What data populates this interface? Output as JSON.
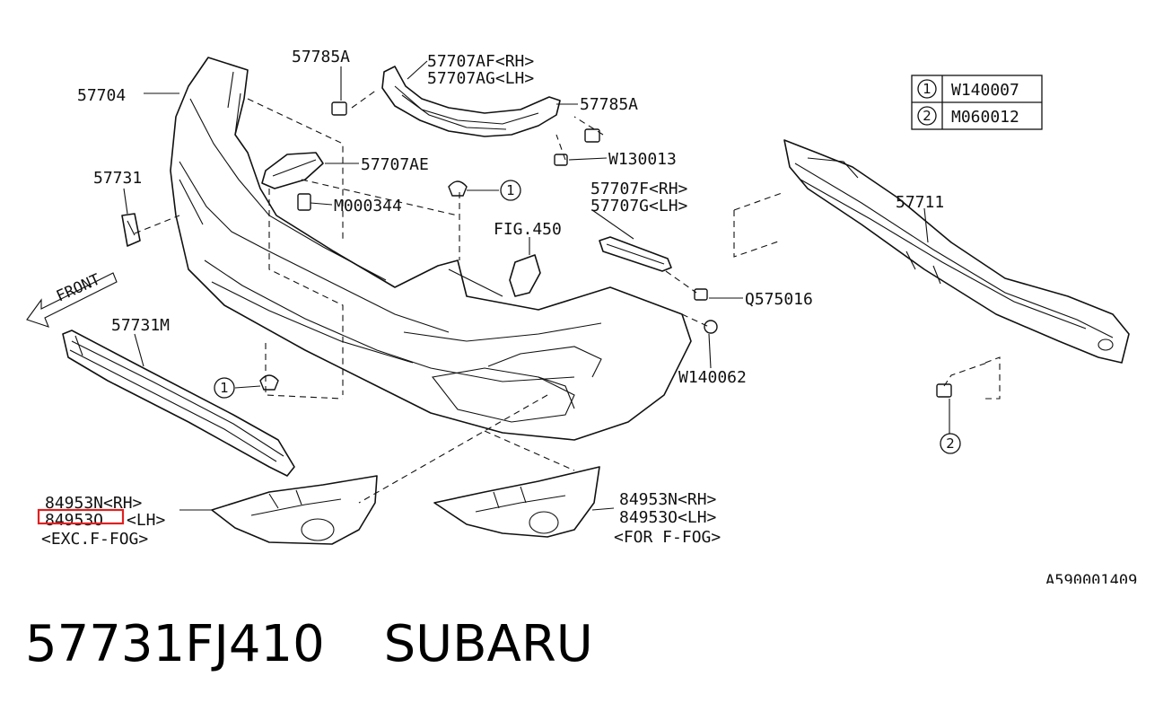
{
  "diagram": {
    "labels": {
      "p57704": "57704",
      "p57785a_top": "57785A",
      "p57707af": "57707AF<RH>",
      "p57707ag": "57707AG<LH>",
      "p57785a_right": "57785A",
      "p57731": "57731",
      "p57707ae": "57707AE",
      "pW130013": "W130013",
      "pM000344": "M000344",
      "p57707f": "57707F<RH>",
      "p57707g": "57707G<LH>",
      "fig450": "FIG.450",
      "p57711": "57711",
      "front": "FRONT",
      "p57731m": "57731M",
      "pQ575016": "Q575016",
      "pW140062": "W140062",
      "p84953n_left": "84953N<RH>",
      "p84953o_left_num": "84953O",
      "p84953o_left_suffix": "<LH>",
      "exc_ffog": "<EXC.F-FOG>",
      "p84953n_right": "84953N<RH>",
      "p84953o_right": "84953O<LH>",
      "for_ffog": "<FOR F-FOG>",
      "ref_code": "A590001409"
    },
    "legend": [
      {
        "num": "1",
        "code": "W140007"
      },
      {
        "num": "2",
        "code": "M060012"
      }
    ],
    "callouts": {
      "c1_top": "1",
      "c1_left": "1",
      "c2_bottom": "2"
    },
    "highlight_color": "#e02020"
  },
  "footer": {
    "part_number": "57731FJ410",
    "brand": "SUBARU"
  }
}
